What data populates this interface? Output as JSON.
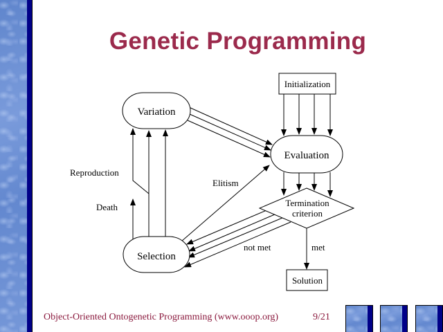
{
  "slide": {
    "title": "Genetic Programming",
    "footer": "Object-Oriented Ontogenetic Programming (www.ooop.org)",
    "page_number": "9/21",
    "current_page": 9,
    "total_pages": 21,
    "colors": {
      "title": "#9b2a4c",
      "footer_text": "#8b1a3e",
      "navy_bar": "#000088",
      "water_texture": "#6b8fd3"
    },
    "decorations": {
      "left_strip": "water-texture",
      "footer_thumbnails": [
        "water-thumbnail",
        "water-thumbnail",
        "water-thumbnail"
      ]
    }
  },
  "diagram": {
    "nodes": {
      "initialization": "Initialization",
      "variation": "Variation",
      "evaluation": "Evaluation",
      "termination_line1": "Termination",
      "termination_line2": "criterion",
      "selection": "Selection",
      "solution": "Solution"
    },
    "edge_labels": {
      "reproduction": "Reproduction",
      "death": "Death",
      "elitism": "Elitism",
      "not_met": "not met",
      "met": "met"
    },
    "edges": [
      {
        "from": "Initialization",
        "to": "Evaluation",
        "count": 4
      },
      {
        "from": "Variation",
        "to": "Evaluation",
        "count": 3
      },
      {
        "from": "Evaluation",
        "to": "Termination criterion",
        "count": 4
      },
      {
        "from": "Termination criterion",
        "to": "Selection",
        "label": "not met",
        "count": 4
      },
      {
        "from": "Termination criterion",
        "to": "Solution",
        "label": "met",
        "count": 1
      },
      {
        "from": "Selection",
        "to": "Evaluation",
        "label": "Elitism",
        "count": 1
      },
      {
        "from": "Selection",
        "to": "Variation",
        "label": "Reproduction",
        "count": 1
      },
      {
        "from": "Selection",
        "to": "Variation",
        "count": 2
      },
      {
        "from": "Selection",
        "to": "(removed)",
        "label": "Death",
        "count": 1
      }
    ]
  }
}
